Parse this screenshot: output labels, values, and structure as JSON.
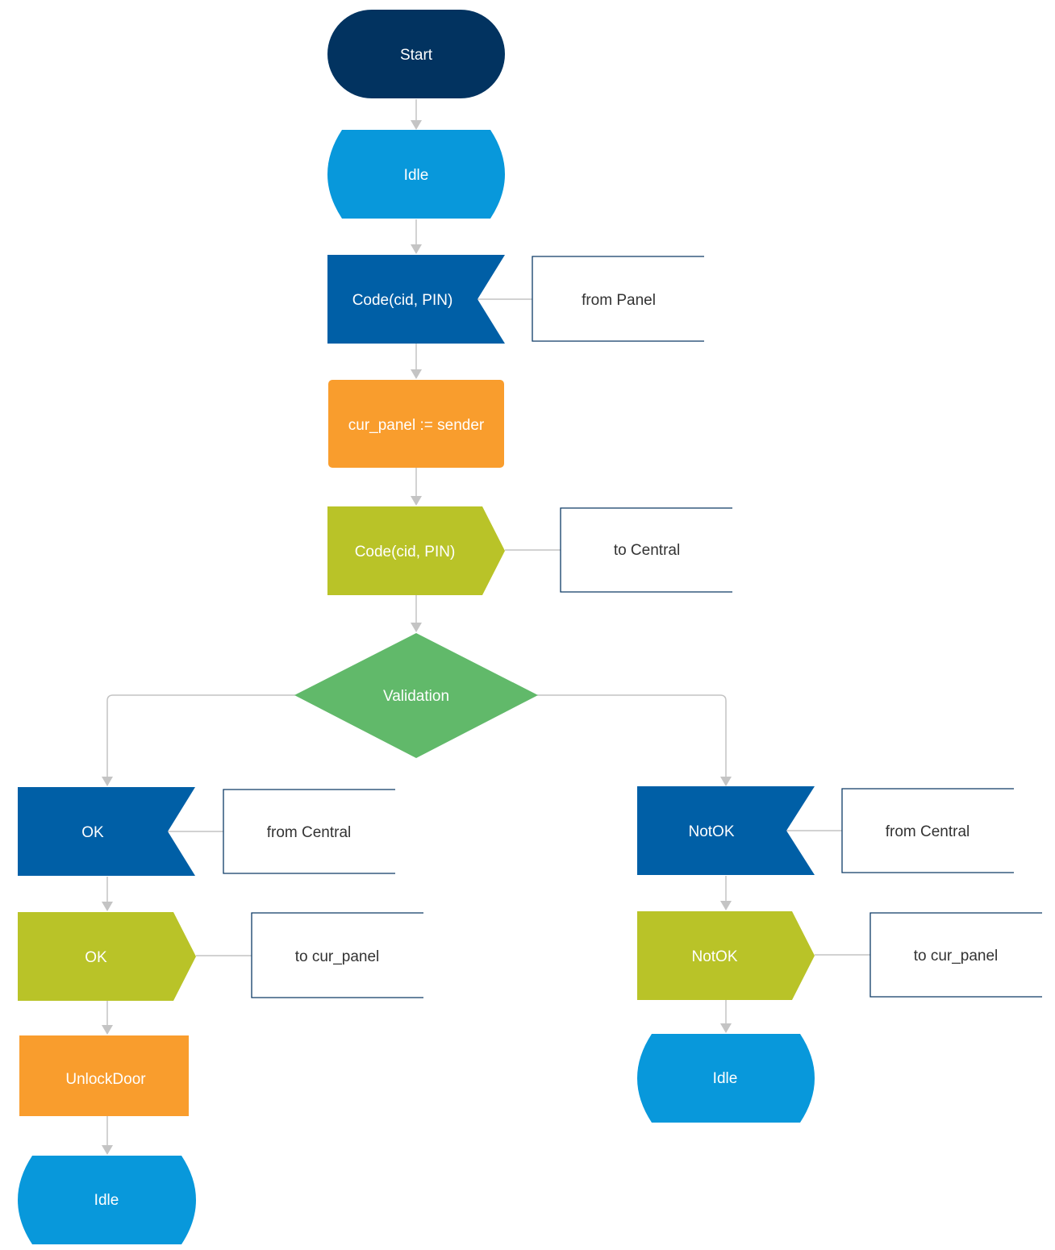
{
  "colors": {
    "start": "#023360",
    "state": "#0898db",
    "input_signal": "#005fa6",
    "task": "#f99d2d",
    "output_signal": "#b9c328",
    "decision": "#61b96a",
    "connector": "#c4c4c4",
    "note_border": "#0d3b66"
  },
  "nodes": {
    "start": "Start",
    "idle_top": "Idle",
    "receive_code": "Code(cid, PIN)",
    "receive_code_note": "from Panel",
    "assign_panel": "cur_panel := sender",
    "send_code": "Code(cid, PIN)",
    "send_code_note": "to Central",
    "validation": "Validation",
    "receive_ok": "OK",
    "receive_ok_note": "from Central",
    "send_ok": "OK",
    "send_ok_note": "to cur_panel",
    "unlock_door": "UnlockDoor",
    "idle_left": "Idle",
    "receive_notok": "NotOK",
    "receive_notok_note": "from Central",
    "send_notok": "NotOK",
    "send_notok_note": "to cur_panel",
    "idle_right": "Idle"
  }
}
